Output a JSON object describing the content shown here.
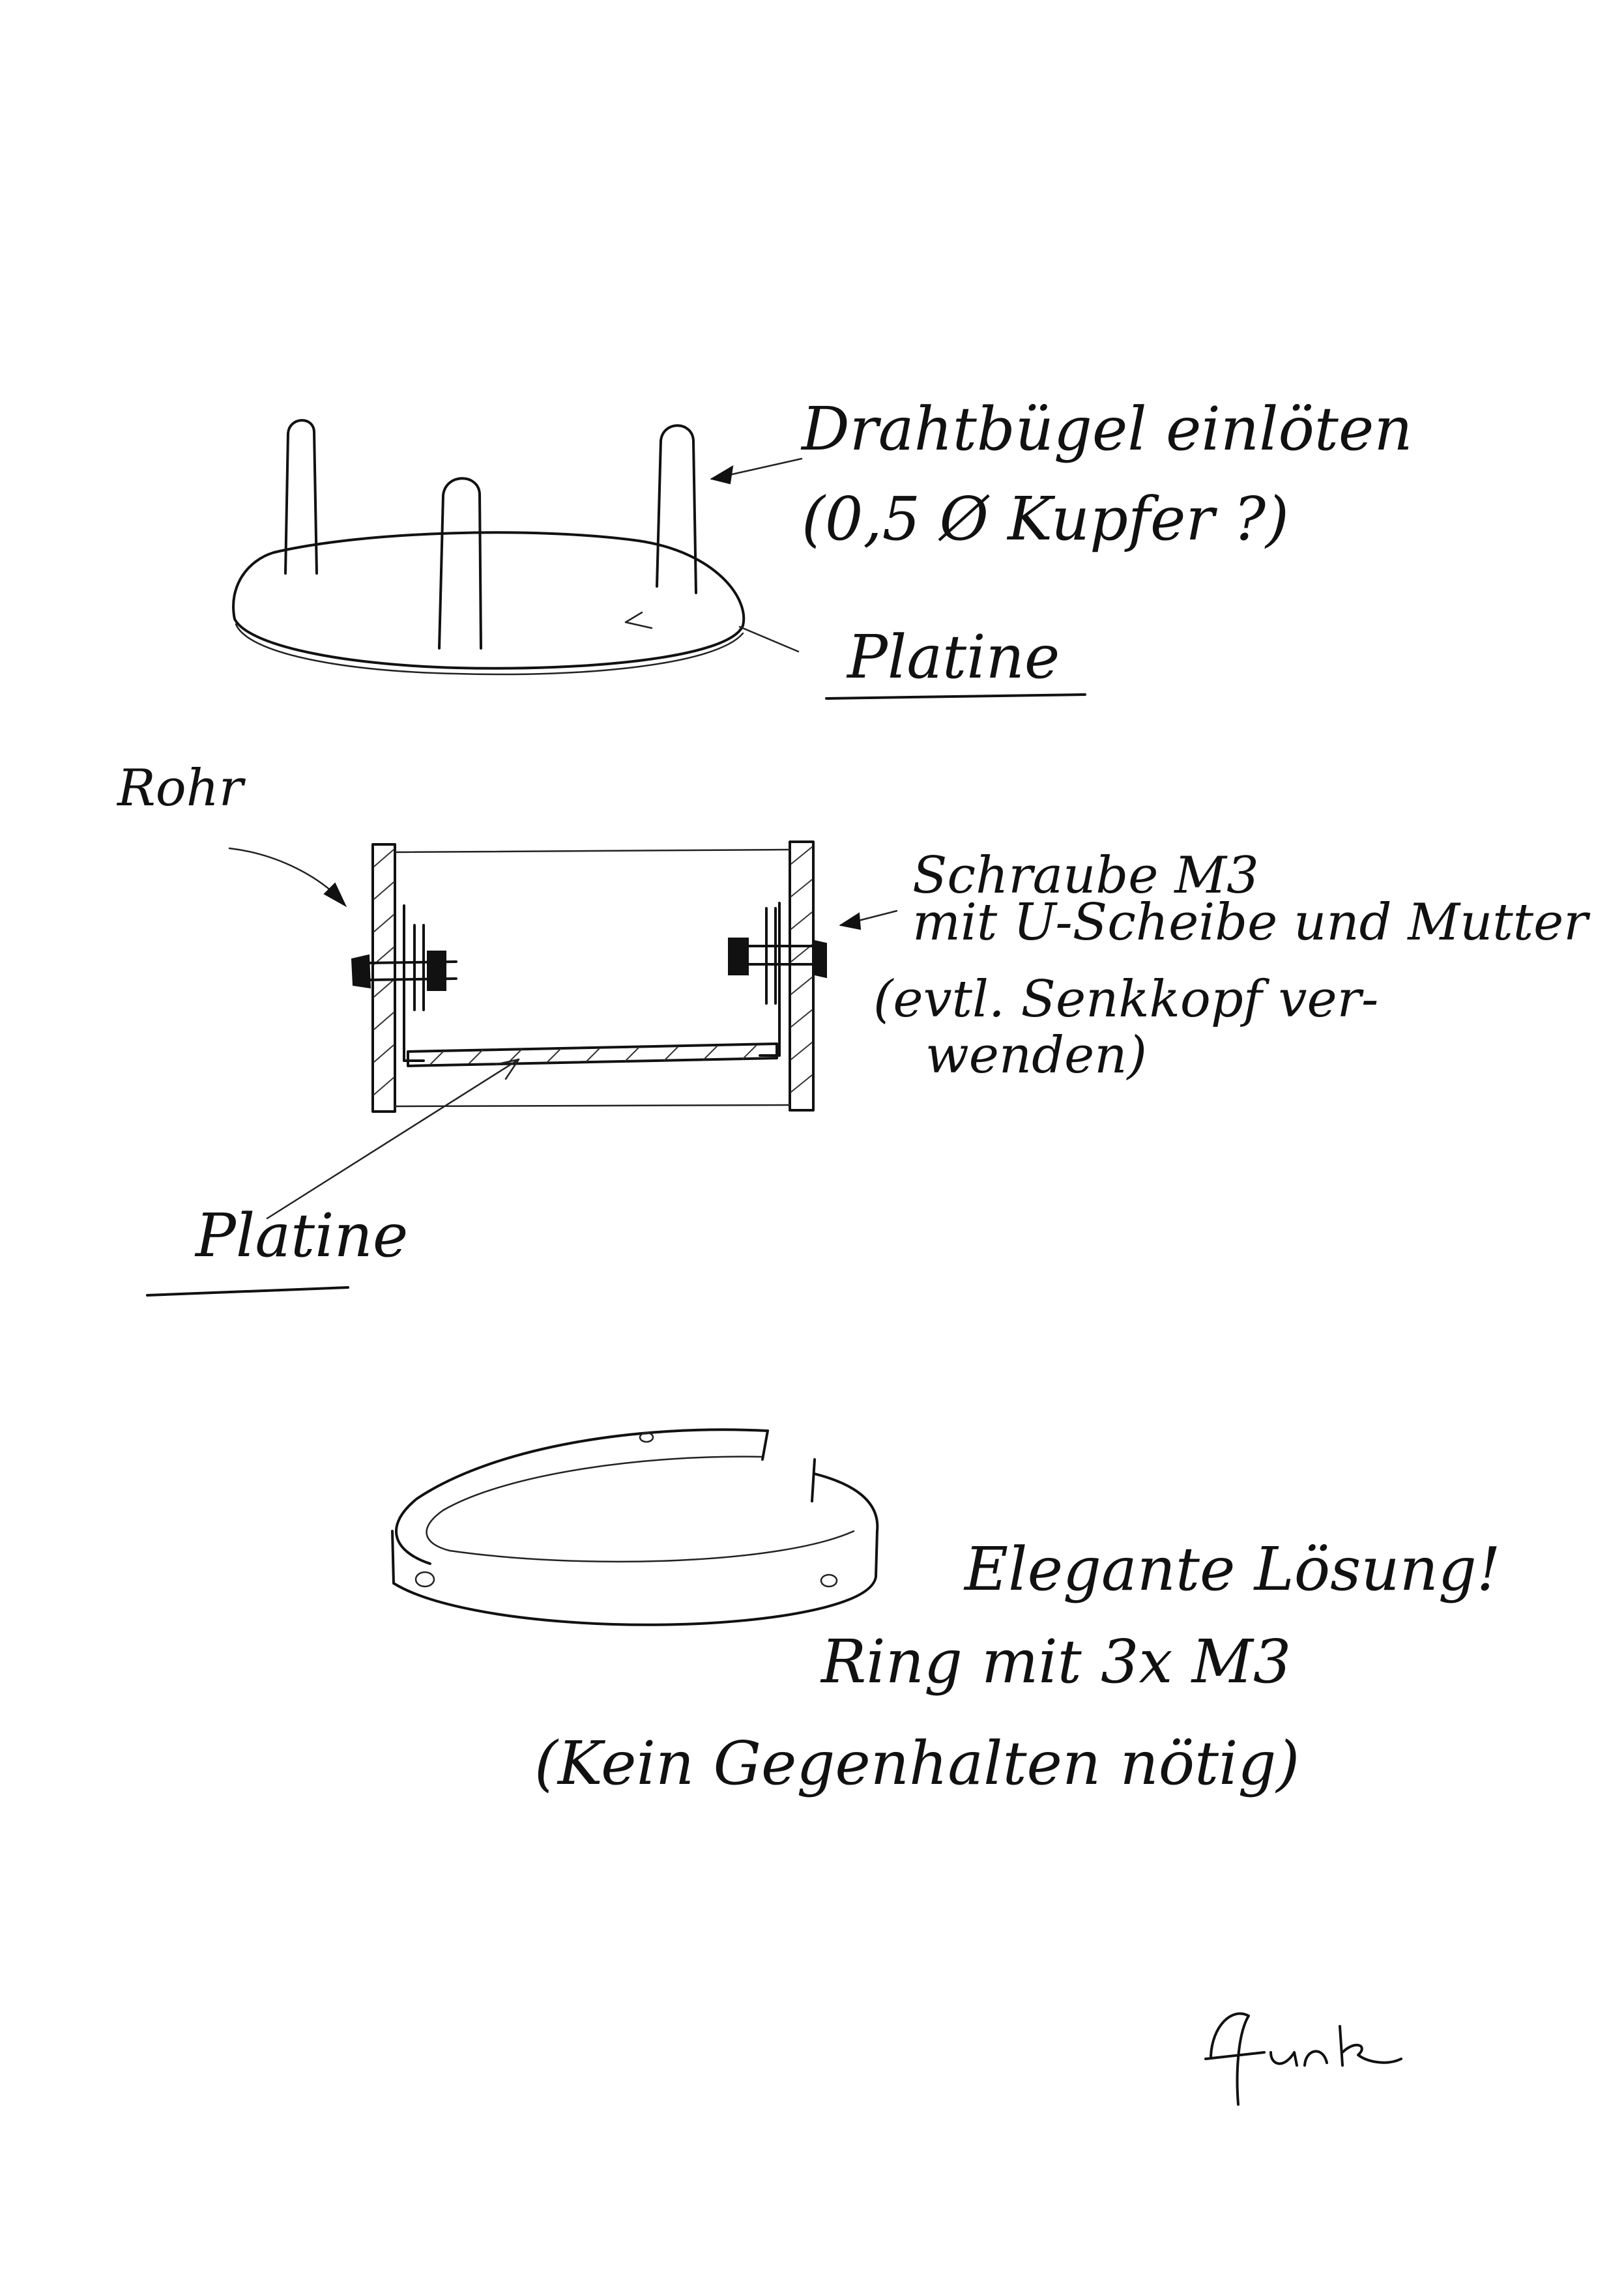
{
  "drawing_1": {
    "label_wire": "Drahtbügel einlöten",
    "label_wire_note": "(0,5 Ø Kupfer ?)",
    "label_board": "Platine"
  },
  "drawing_2": {
    "label_tube": "Rohr",
    "label_screw_1": "Schraube M3",
    "label_screw_2": "mit U-Scheibe und Mutter",
    "label_screw_3": "(evtl. Senkkopf ver-",
    "label_screw_4": "wenden)",
    "label_board": "Platine"
  },
  "drawing_3": {
    "label_solution": "Elegante Lösung!",
    "label_ring": "Ring mit 3x M3",
    "label_note": "(Kein Gegenhalten nötig)"
  },
  "signature": "funk"
}
